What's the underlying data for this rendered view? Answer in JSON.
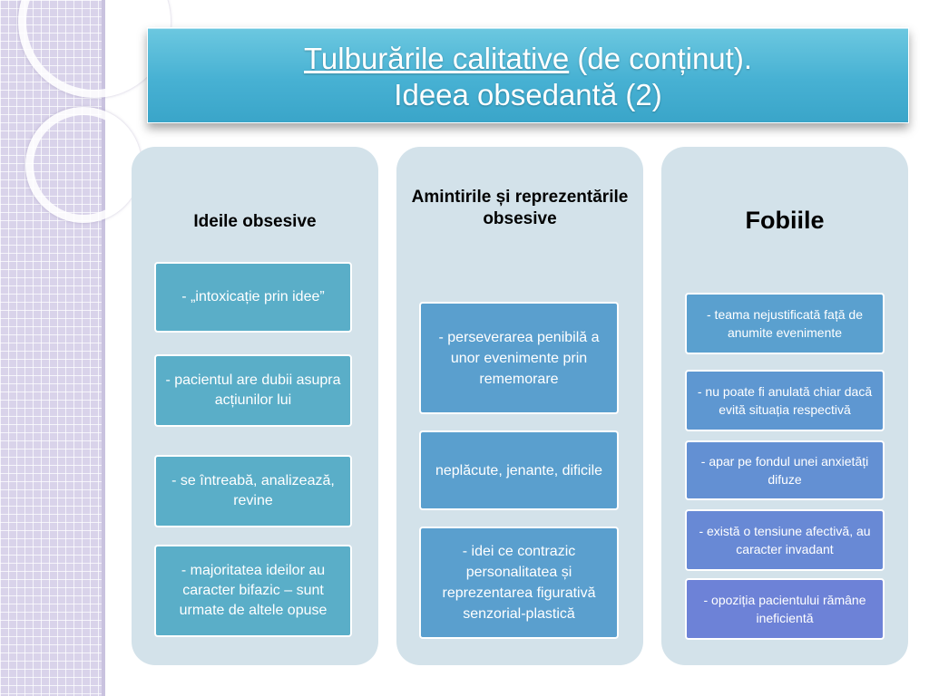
{
  "slide": {
    "title_underlined": "Tulburările calitative",
    "title_rest": " (de conținut).",
    "title_line2": "Ideea obsedantă (2)"
  },
  "columns": [
    {
      "heading": "Ideile obsesive",
      "items": [
        "- „intoxicație prin idee”",
        "- pacientul are dubii asupra acțiunilor lui",
        "- se întreabă, analizează, revine",
        "- majoritatea ideilor au caracter bifazic – sunt urmate de altele opuse"
      ]
    },
    {
      "heading": "Amintirile și reprezentările obsesive",
      "items": [
        "- perseverarea penibilă a unor evenimente prin rememorare",
        "neplăcute, jenante, dificile",
        "- idei ce contrazic personalitatea și reprezentarea figurativă senzorial-plastică"
      ]
    },
    {
      "heading": "Fobiile",
      "items": [
        "- teama nejustificată față de anumite evenimente",
        "- nu poate fi anulată chiar dacă evită situația respectivă",
        "- apar pe fondul unei anxietăți difuze",
        "- există o tensiune afectivă, au caracter invadant",
        "- opoziția pacientului rămâne ineficientă"
      ]
    }
  ],
  "colors": {
    "title_bar": "#47b1d3",
    "column_bg": "#d3e2ea",
    "col1_box": "#5aaec8",
    "col2_box": "#5a9fce",
    "col3_boxes": [
      "#5aa0cf",
      "#5e97d1",
      "#6390d3",
      "#6889d5",
      "#6d82d7"
    ]
  }
}
